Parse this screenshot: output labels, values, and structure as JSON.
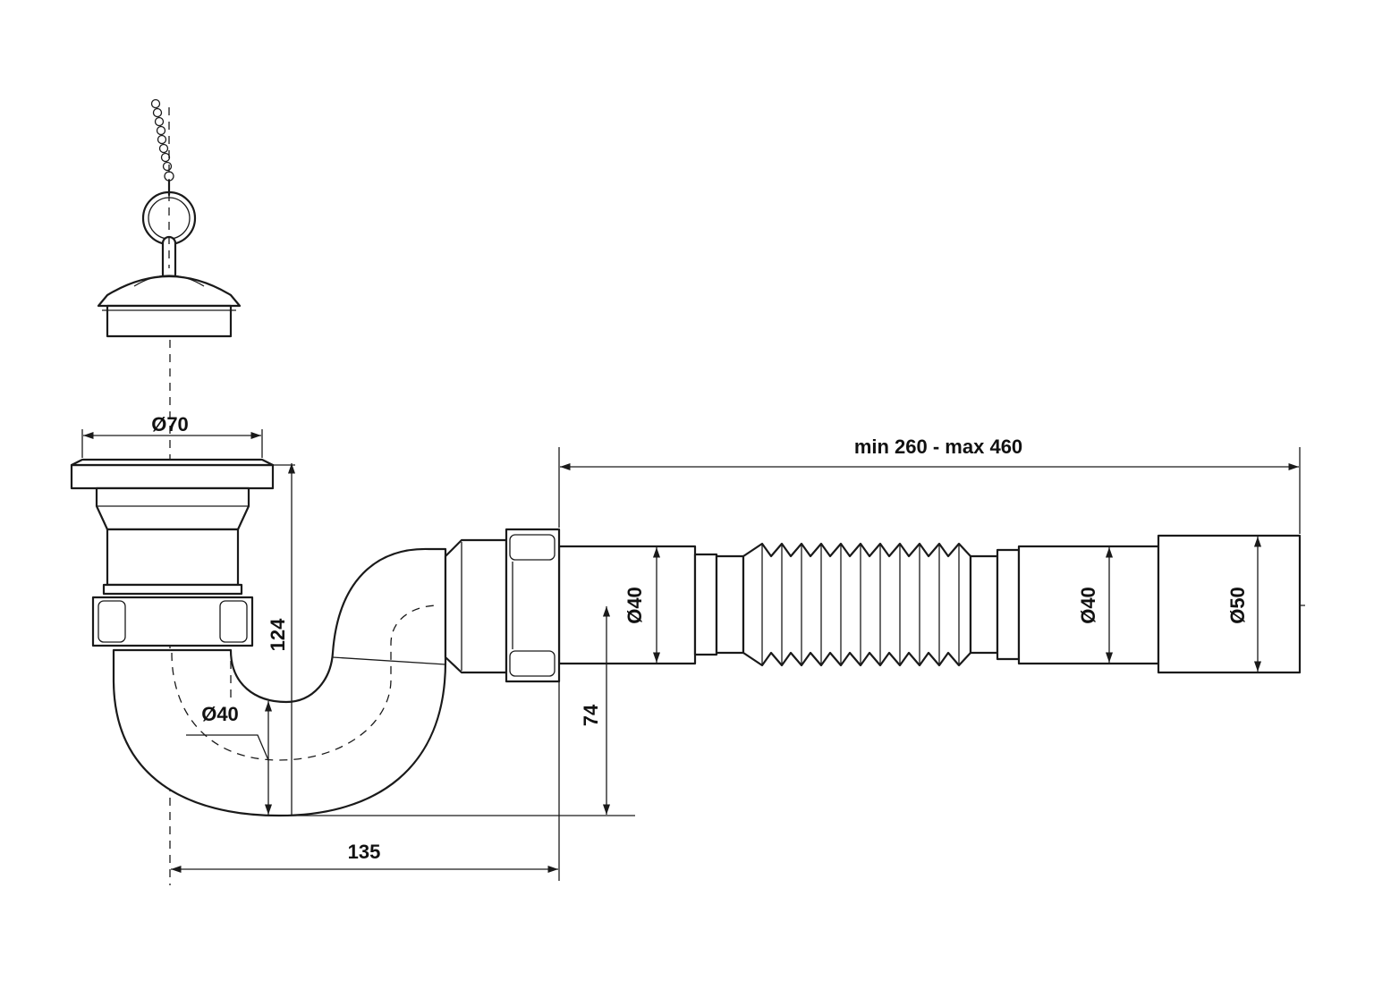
{
  "dimensions": {
    "grate_diameter": "Ø70",
    "trap_height": "124",
    "trap_tube_diameter": "Ø40",
    "outlet_height": "74",
    "horizontal_offset": "135",
    "hose_length": "min 260 - max 460",
    "hose_inlet_diameter": "Ø40",
    "hose_middle_diameter": "Ø40",
    "outlet_diameter": "Ø50"
  },
  "colors": {
    "line": "#1a1a1a",
    "background": "#ffffff"
  }
}
